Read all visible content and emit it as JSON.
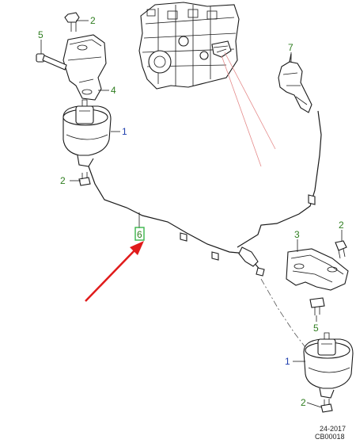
{
  "callouts": {
    "c2_top": "2",
    "c5_top": "5",
    "c4": "4",
    "c1_top": "1",
    "c2_mid": "2",
    "c6": "6",
    "c7": "7",
    "c3": "3",
    "c2_right": "2",
    "c5_right": "5",
    "c1_bottom": "1",
    "c2_bottom": "2"
  },
  "footer": {
    "date": "24-2017",
    "code": "CB00018"
  },
  "colors": {
    "callout_green": "#2e7d1f",
    "callout_blue": "#1f3fae",
    "highlight_box": "#39b54a",
    "arrow": "#e01b1b",
    "guide_lines": "#e58a8a"
  },
  "icons": {
    "arrow": "red-pointer-arrow-icon"
  }
}
